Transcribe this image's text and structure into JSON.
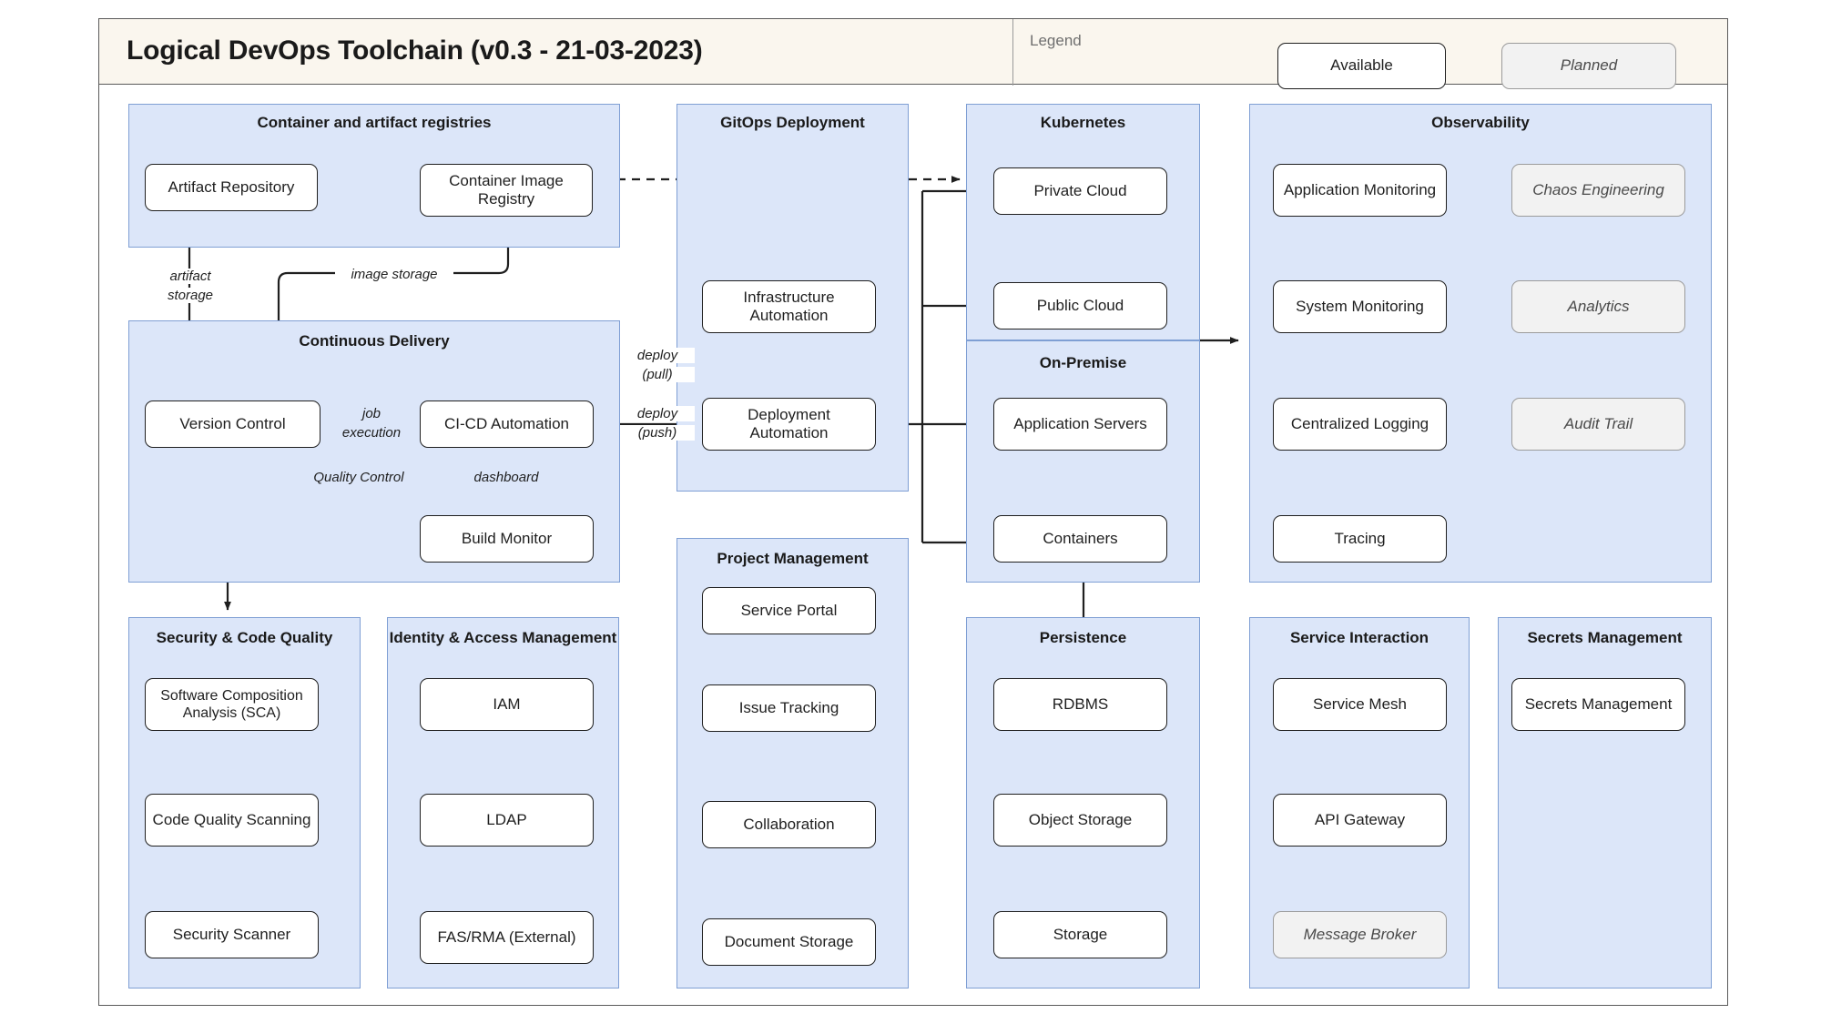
{
  "header": {
    "title": "Logical DevOps Toolchain (v0.3 - 21-03-2023)",
    "legend_label": "Legend",
    "legend_items": [
      {
        "label": "Available",
        "status": "available"
      },
      {
        "label": "Planned",
        "status": "planned"
      }
    ]
  },
  "groups": [
    {
      "id": "container-registries",
      "title": "Container and artifact registries",
      "nodes": [
        {
          "label": "Artifact Repository",
          "status": "available"
        },
        {
          "label": "Container Image Registry",
          "status": "available"
        }
      ]
    },
    {
      "id": "continuous-delivery",
      "title": "Continuous Delivery",
      "nodes": [
        {
          "label": "Version Control",
          "status": "available"
        },
        {
          "label": "CI-CD Automation",
          "status": "available"
        },
        {
          "label": "Build Monitor",
          "status": "available"
        }
      ]
    },
    {
      "id": "gitops-deployment",
      "title": "GitOps Deployment",
      "nodes": [
        {
          "label": "Infrastructure Automation",
          "status": "available"
        },
        {
          "label": "Deployment Automation",
          "status": "available"
        }
      ]
    },
    {
      "id": "kubernetes",
      "title": "Kubernetes",
      "nodes": [
        {
          "label": "Private Cloud",
          "status": "available"
        },
        {
          "label": "Public Cloud",
          "status": "available"
        }
      ]
    },
    {
      "id": "on-premise",
      "title": "On-Premise",
      "nodes": [
        {
          "label": "Application Servers",
          "status": "available"
        },
        {
          "label": "Containers",
          "status": "available"
        }
      ]
    },
    {
      "id": "observability",
      "title": "Observability",
      "nodes": [
        {
          "label": "Application Monitoring",
          "status": "available"
        },
        {
          "label": "System Monitoring",
          "status": "available"
        },
        {
          "label": "Centralized Logging",
          "status": "available"
        },
        {
          "label": "Tracing",
          "status": "available"
        },
        {
          "label": "Chaos Engineering",
          "status": "planned"
        },
        {
          "label": "Analytics",
          "status": "planned"
        },
        {
          "label": "Audit Trail",
          "status": "planned"
        }
      ]
    },
    {
      "id": "security-code-quality",
      "title": "Security & Code Quality",
      "nodes": [
        {
          "label": "Software Composition Analysis (SCA)",
          "status": "available"
        },
        {
          "label": "Code Quality Scanning",
          "status": "available"
        },
        {
          "label": "Security Scanner",
          "status": "available"
        }
      ]
    },
    {
      "id": "identity-access-management",
      "title": "Identity & Access Management",
      "nodes": [
        {
          "label": "IAM",
          "status": "available"
        },
        {
          "label": "LDAP",
          "status": "available"
        },
        {
          "label": "FAS/RMA (External)",
          "status": "available"
        }
      ]
    },
    {
      "id": "project-management",
      "title": "Project Management",
      "nodes": [
        {
          "label": "Service Portal",
          "status": "available"
        },
        {
          "label": "Issue Tracking",
          "status": "available"
        },
        {
          "label": "Collaboration",
          "status": "available"
        },
        {
          "label": "Document Storage",
          "status": "available"
        }
      ]
    },
    {
      "id": "persistence",
      "title": "Persistence",
      "nodes": [
        {
          "label": "RDBMS",
          "status": "available"
        },
        {
          "label": "Object Storage",
          "status": "available"
        },
        {
          "label": "Storage",
          "status": "available"
        }
      ]
    },
    {
      "id": "service-interaction",
      "title": "Service Interaction",
      "nodes": [
        {
          "label": "Service Mesh",
          "status": "available"
        },
        {
          "label": "API Gateway",
          "status": "available"
        },
        {
          "label": "Message Broker",
          "status": "planned"
        }
      ]
    },
    {
      "id": "secrets-management",
      "title": "Secrets Management",
      "nodes": [
        {
          "label": "Secrets Management",
          "status": "available"
        }
      ]
    }
  ],
  "edge_labels": {
    "artifact_storage_l1": "artifact",
    "artifact_storage_l2": "storage",
    "image_storage": "image storage",
    "job_execution_l1": "job",
    "job_execution_l2": "execution",
    "deploy_pull_l1": "deploy",
    "deploy_pull_l2": "(pull)",
    "deploy_push_l1": "deploy",
    "deploy_push_l2": "(push)",
    "quality_control": "Quality Control",
    "dashboard": "dashboard"
  },
  "colors": {
    "group_fill": "#dce6f9",
    "group_border": "#7f9fd4",
    "header_fill": "#faf6ee",
    "node_available_fill": "#ffffff",
    "node_planned_fill": "#f2f2f2",
    "stroke": "#1f1f1f"
  }
}
